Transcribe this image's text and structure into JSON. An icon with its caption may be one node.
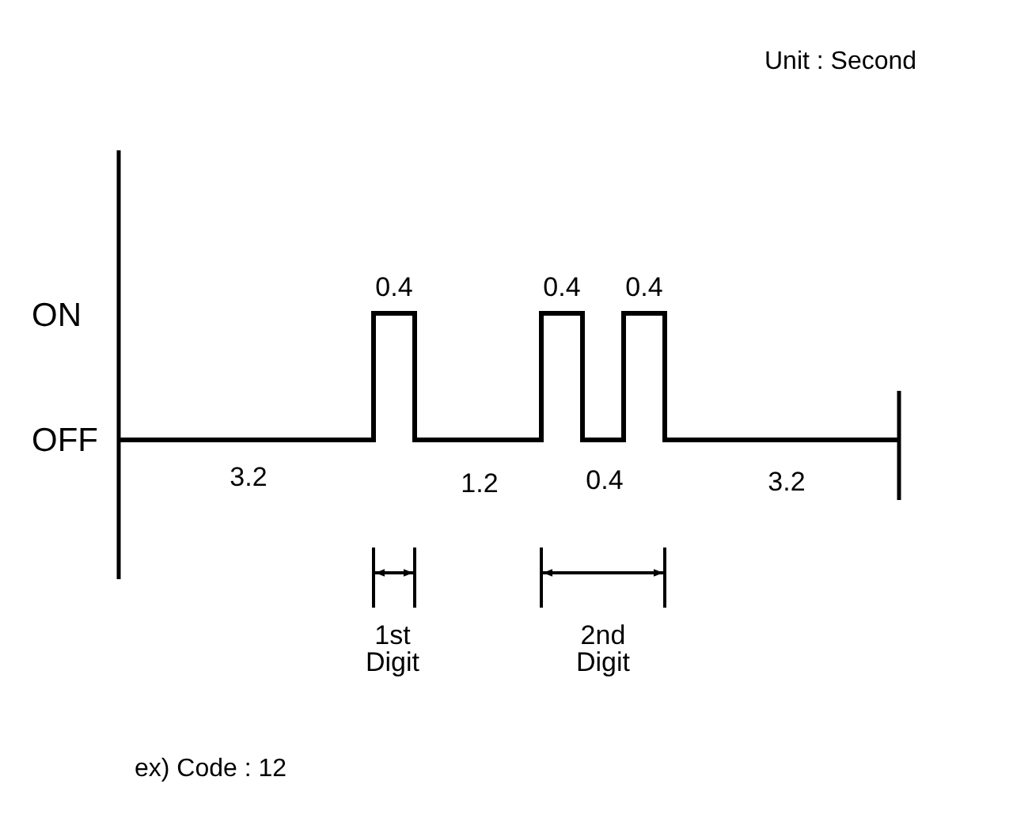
{
  "diagram": {
    "labels": [
      "Unit : Second",
      "0.4",
      "0.4",
      "0.4",
      "ON",
      "OFF",
      "3.2",
      "1.2",
      "0.4",
      "3.2",
      "1st Digit",
      "2nd Digit",
      "ex) Code : 12"
    ]
  }
}
